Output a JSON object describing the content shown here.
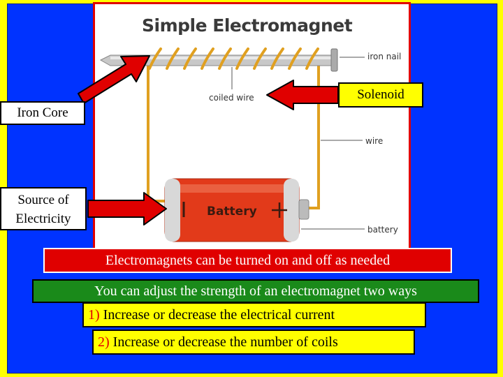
{
  "diagram": {
    "title": "Simple Electromagnet",
    "labels": {
      "iron_nail": "iron nail",
      "coiled_wire": "coiled wire",
      "wire": "wire",
      "battery": "battery"
    },
    "battery_text": "Battery"
  },
  "callouts": {
    "iron_core": "Iron Core",
    "solenoid": "Solenoid",
    "source_line1": "Source of",
    "source_line2": "Electricity"
  },
  "banners": {
    "on_off": "Electromagnets can be turned on and off as needed",
    "strength": "You can adjust the strength of an electromagnet two ways"
  },
  "points": [
    {
      "number": "1)",
      "text": " Increase or decrease the electrical current"
    },
    {
      "number": "2)",
      "text": " Increase or decrease the number of coils"
    }
  ],
  "colors": {
    "background": "#ffff00",
    "panel": "#0033ff",
    "accent_red": "#e00000",
    "banner_green": "#1a8a1a",
    "wire_gold": "#e0a020"
  }
}
